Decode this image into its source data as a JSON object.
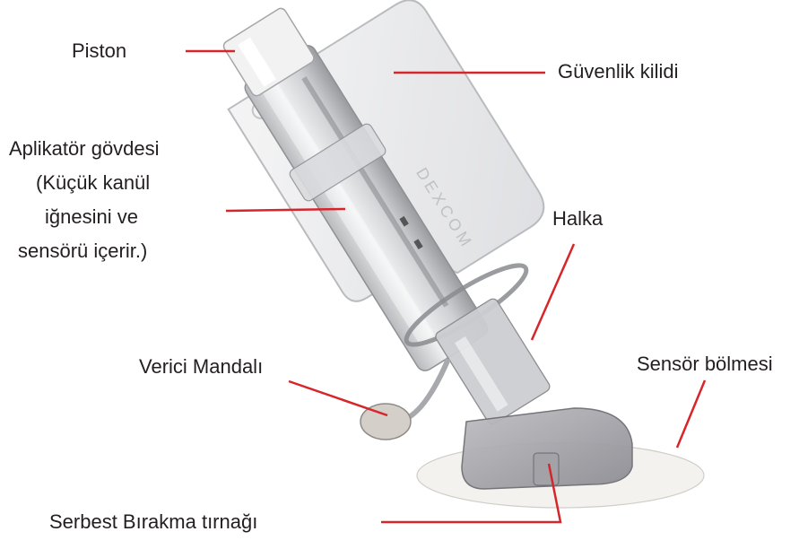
{
  "labels": {
    "piston": "Piston",
    "safety_lock": "Güvenlik kilidi",
    "applicator_body": [
      "Aplikatör gövdesi",
      "(Küçük kanül",
      "iğnesini ve",
      "sensörü içerir.)"
    ],
    "collar": "Halka",
    "transmitter_latch": "Verici Mandalı",
    "sensor_pod": "Sensör bölmesi",
    "release_tab": "Serbest Bırakma tırnağı"
  },
  "device_brand": "DEXCOM",
  "colors": {
    "leader_line": "#d7262b",
    "text": "#231f20",
    "plastic": "#d9dadc",
    "plastic_edge": "#9b9ca0",
    "pad": "#f3f2ee"
  }
}
